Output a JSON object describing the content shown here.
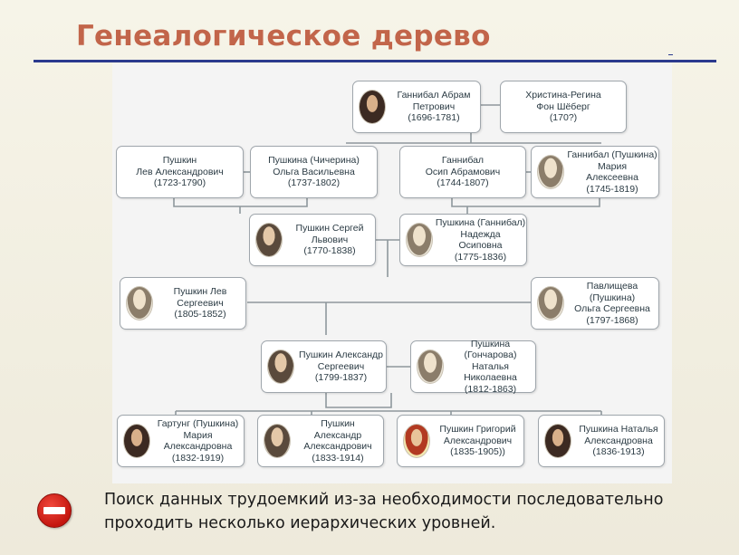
{
  "title": "Генеалогическое дерево",
  "tree": {
    "nodes": {
      "hannibal_abram": {
        "name": "Ганнибал Абрам\nПетрович",
        "years": "(1696-1781)",
        "portrait": "portrait-icon"
      },
      "christina": {
        "name": "Христина-Регина\nФон Шёберг",
        "years": "(170?)"
      },
      "pushkin_lev_a": {
        "name": "Пушкин\nЛев Александрович",
        "years": "(1723-1790)"
      },
      "pushkina_olga_v": {
        "name": "Пушкина (Чичерина)\nОльга Васильевна",
        "years": "(1737-1802)"
      },
      "hannibal_osip": {
        "name": "Ганнибал\nОсип Абрамович",
        "years": "(1744-1807)"
      },
      "hannibal_maria": {
        "name": "Ганнибал (Пушкина)\nМария\nАлексеевна",
        "years": "(1745-1819)",
        "portrait": "portrait-icon"
      },
      "pushkin_sergey": {
        "name": "Пушкин Сергей\nЛьвович",
        "years": "(1770-1838)",
        "portrait": "portrait-icon"
      },
      "pushkina_nadezhda": {
        "name": "Пушкина (Ганнибал)\nНадежда\nОсиповна",
        "years": "(1775-1836)",
        "portrait": "portrait-icon"
      },
      "pushkin_lev_s": {
        "name": "Пушкин Лев\nСергеевич",
        "years": "(1805-1852)",
        "portrait": "portrait-icon"
      },
      "pavlishcheva_olga": {
        "name": "Павлищева (Пушкина)\nОльга Сергеевна",
        "years": "(1797-1868)",
        "portrait": "portrait-icon"
      },
      "pushkin_alexander_s": {
        "name": "Пушкин Александр\nСергеевич",
        "years": "(1799-1837)",
        "portrait": "portrait-icon"
      },
      "pushkina_natalia_n": {
        "name": "Пушкина (Гончарова)\nНаталья\nНиколаевна",
        "years": "(1812-1863)",
        "portrait": "portrait-icon"
      },
      "gartung_maria": {
        "name": "Гартунг (Пушкина)\nМария\nАлександровна",
        "years": "(1832-1919)",
        "portrait": "portrait-icon"
      },
      "pushkin_alexander_a": {
        "name": "Пушкин\nАлександр\nАлександрович",
        "years": "(1833-1914)",
        "portrait": "portrait-icon"
      },
      "pushkin_grigory": {
        "name": "Пушкин Григорий\nАлександрович",
        "years": "(1835-1905))",
        "portrait": "portrait-icon"
      },
      "pushkina_natalia_a": {
        "name": "Пушкина Наталья\nАлександровна",
        "years": "(1836-1913)",
        "portrait": "portrait-icon"
      }
    }
  },
  "note": {
    "icon": "no-entry-icon",
    "text": "Поиск данных трудоемкий из-за необходимости последовательно\nпроходить несколько иерархических уровней."
  },
  "colors": {
    "title": "#c2654a",
    "rule": "#2b3a8e",
    "connector": "#8e979c",
    "stop": "#d42a1f"
  }
}
